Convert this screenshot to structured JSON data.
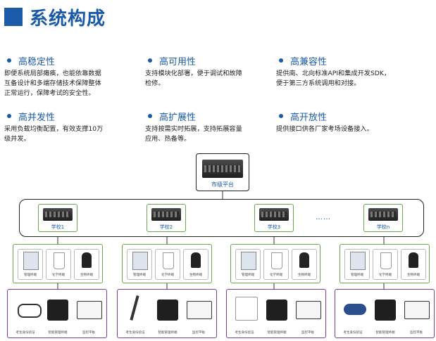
{
  "title": "系统构成",
  "features": [
    {
      "title": "高稳定性",
      "lines": [
        "即便系统局部瘫痪，也能依靠数据",
        "互备设计和多端存储技术保障整体",
        "正常运行，保障考试的安全性。"
      ]
    },
    {
      "title": "高可用性",
      "lines": [
        "支持模块化部署，便于调试和故障",
        "检修。"
      ]
    },
    {
      "title": "高兼容性",
      "lines": [
        "提供南、北向标准API和集成开发SDK，",
        "便于第三方系统调用和对接。"
      ]
    },
    {
      "title": "高并发性",
      "lines": [
        "采用负载均衡配置，有效支撑10万",
        "级并发。"
      ]
    },
    {
      "title": "高扩展性",
      "lines": [
        "支持按需实时拓展，支持拓展容量",
        "应用、热备等。"
      ]
    },
    {
      "title": "高开放性",
      "lines": [
        "提供接口供各厂家考场设备接入。"
      ]
    }
  ],
  "diagram": {
    "city_label": "市级平台",
    "schools": [
      "学校1",
      "学校2",
      "学校3",
      "学校n"
    ],
    "ellipsis": "……",
    "green_devices": [
      "管理终端",
      "化学终端",
      "生物终端"
    ],
    "purple_devices": [
      "考生身份验证",
      "智能管理终端",
      "监控平板"
    ]
  },
  "colors": {
    "brand": "#1a5aa8",
    "green": "#6aa84f",
    "purple": "#7b3fa0"
  }
}
